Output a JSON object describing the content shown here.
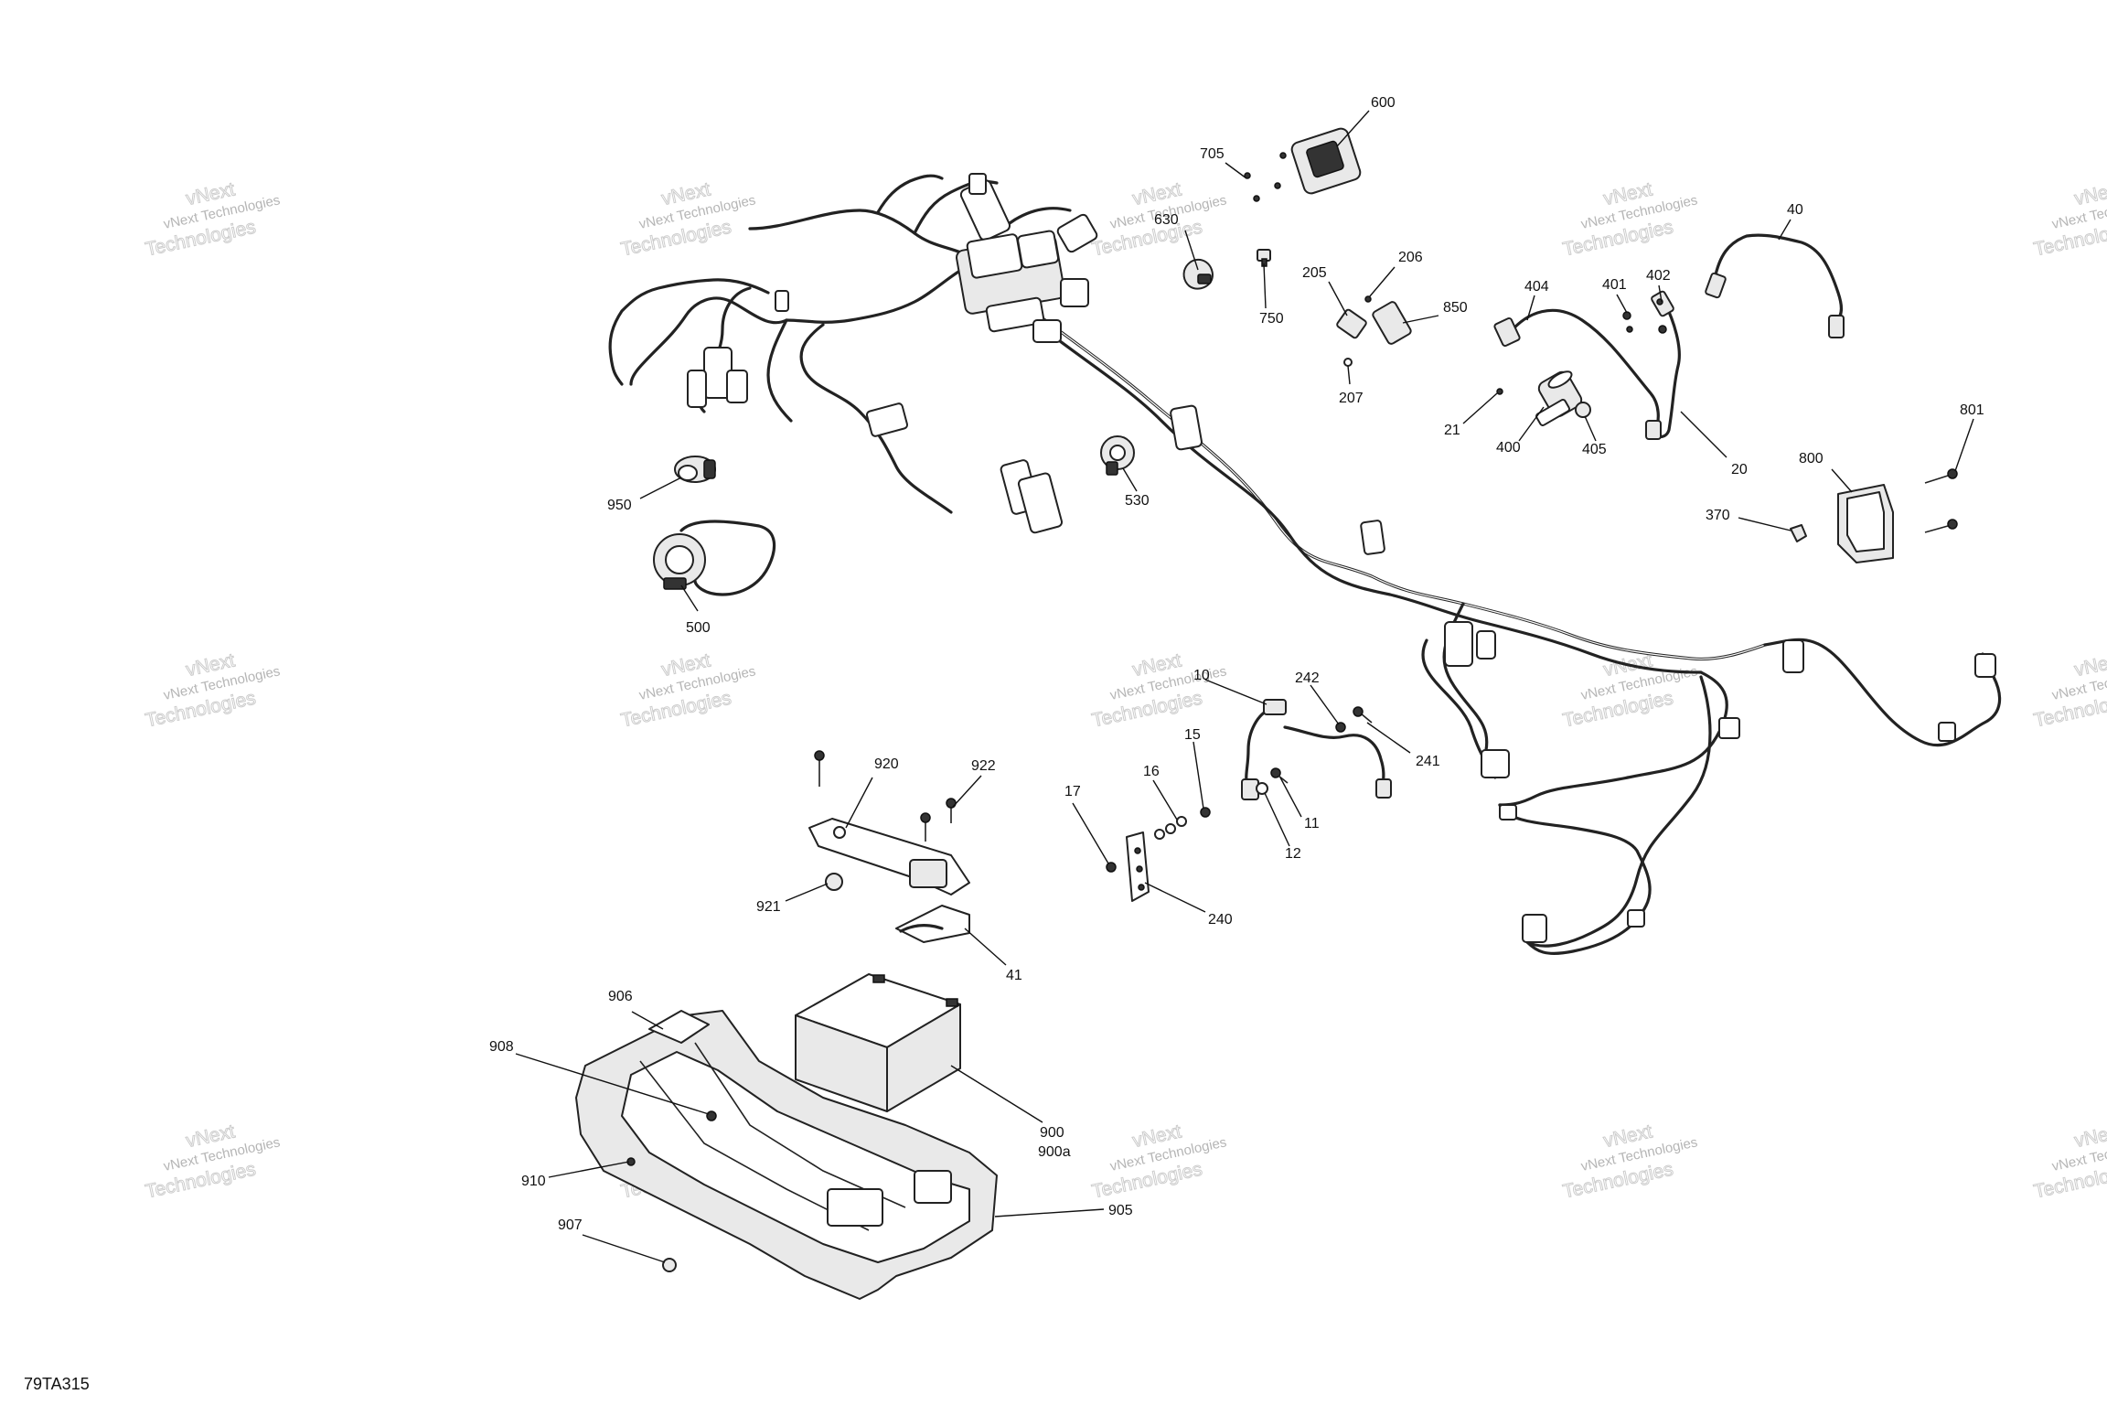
{
  "figure_code": "79TA315",
  "watermark": {
    "line1": "vNext Technologies",
    "line2": "Technologies",
    "fragment": "vNext"
  },
  "callouts": {
    "c600": "600",
    "c705": "705",
    "c630": "630",
    "c750": "750",
    "c205": "205",
    "c206": "206",
    "c207": "207",
    "c850": "850",
    "c40": "40",
    "c404": "404",
    "c401": "401",
    "c402": "402",
    "c21": "21",
    "c400": "400",
    "c405": "405",
    "c20": "20",
    "c801": "801",
    "c800": "800",
    "c370": "370",
    "c950": "950",
    "c500": "500",
    "c530": "530",
    "c10": "10",
    "c242": "242",
    "c241": "241",
    "c15": "15",
    "c16": "16",
    "c17": "17",
    "c11": "11",
    "c12": "12",
    "c240": "240",
    "c920": "920",
    "c922": "922",
    "c921": "921",
    "c41": "41",
    "c906": "906",
    "c908": "908",
    "c900": "900",
    "c900a": "900a",
    "c910": "910",
    "c907": "907",
    "c905": "905"
  }
}
